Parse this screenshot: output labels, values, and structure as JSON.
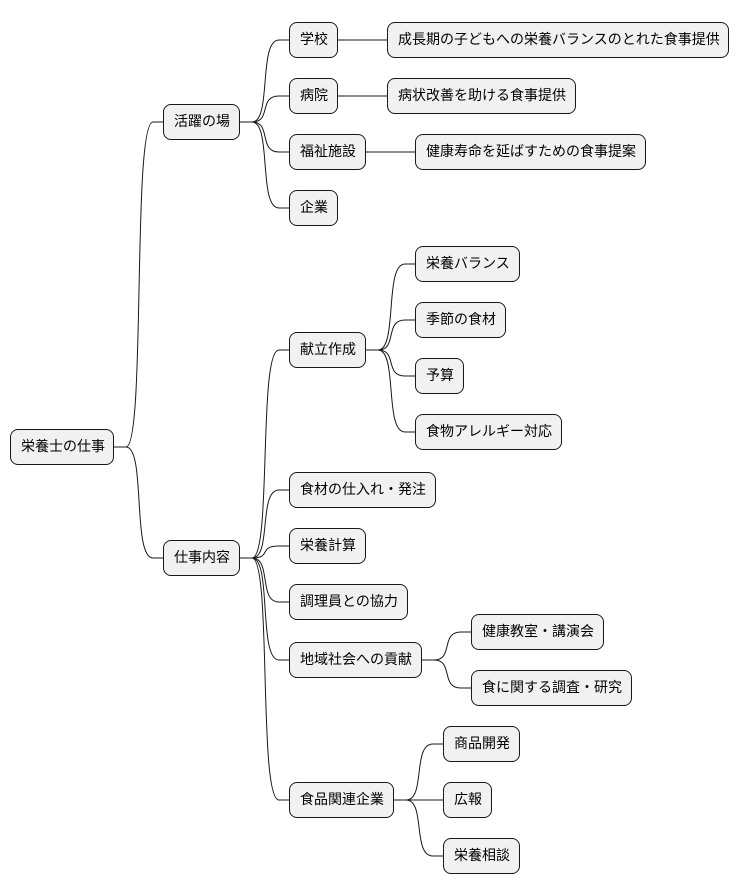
{
  "root": {
    "id": "root",
    "label": "栄養士の仕事",
    "children": [
      {
        "id": "workplaces",
        "label": "活躍の場",
        "children": [
          {
            "id": "school",
            "label": "学校",
            "children": [
              {
                "id": "school-detail",
                "label": "成長期の子どもへの栄養バランスのとれた食事提供",
                "children": []
              }
            ]
          },
          {
            "id": "hospital",
            "label": "病院",
            "children": [
              {
                "id": "hospital-detail",
                "label": "病状改善を助ける食事提供",
                "children": []
              }
            ]
          },
          {
            "id": "welfare",
            "label": "福祉施設",
            "children": [
              {
                "id": "welfare-detail",
                "label": "健康寿命を延ばすための食事提案",
                "children": []
              }
            ]
          },
          {
            "id": "company",
            "label": "企業",
            "children": []
          }
        ]
      },
      {
        "id": "duties",
        "label": "仕事内容",
        "children": [
          {
            "id": "menu-planning",
            "label": "献立作成",
            "children": [
              {
                "id": "nutrition-balance",
                "label": "栄養バランス",
                "children": []
              },
              {
                "id": "seasonal-ingredients",
                "label": "季節の食材",
                "children": []
              },
              {
                "id": "budget",
                "label": "予算",
                "children": []
              },
              {
                "id": "allergy",
                "label": "食物アレルギー対応",
                "children": []
              }
            ]
          },
          {
            "id": "purchasing",
            "label": "食材の仕入れ・発注",
            "children": []
          },
          {
            "id": "nutrition-calc",
            "label": "栄養計算",
            "children": []
          },
          {
            "id": "cook-cooperation",
            "label": "調理員との協力",
            "children": []
          },
          {
            "id": "community",
            "label": "地域社会への貢献",
            "children": [
              {
                "id": "health-class",
                "label": "健康教室・講演会",
                "children": []
              },
              {
                "id": "food-research",
                "label": "食に関する調査・研究",
                "children": []
              }
            ]
          },
          {
            "id": "food-company",
            "label": "食品関連企業",
            "children": [
              {
                "id": "product-dev",
                "label": "商品開発",
                "children": []
              },
              {
                "id": "pr",
                "label": "広報",
                "children": []
              },
              {
                "id": "nutrition-consult",
                "label": "栄養相談",
                "children": []
              }
            ]
          }
        ]
      }
    ]
  }
}
